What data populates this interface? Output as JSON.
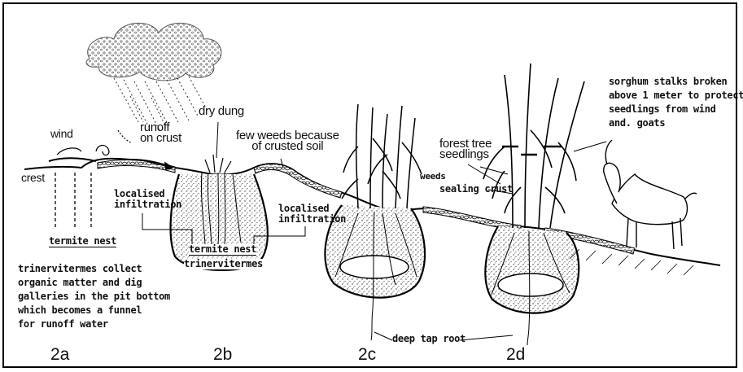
{
  "labels": {
    "wind": "wind",
    "crest": "crest",
    "runoff_line1": "runoff",
    "runoff_line2": "on crust",
    "dry_dung": "dry dung",
    "few_weeds_line1": "few weeds because",
    "few_weeds_line2": "of crusted soil",
    "localised_infiltration_1_line1": "localised",
    "localised_infiltration_1_line2": "infiltration",
    "localised_infiltration_2_line1": "localised",
    "localised_infiltration_2_line2": "infiltration",
    "termite_nest_1": "termite nest",
    "termite_nest_2": "termite nest",
    "trinervitermes_in_pit": "trinervitermes",
    "description_lines": [
      "trinervitermes collect",
      "organic matter and dig",
      "galleries in the pit bottom",
      "which becomes a funnel",
      "for runoff water"
    ],
    "forest_tree_line1": "forest tree",
    "forest_tree_line2": "seedlings",
    "weeds": "weeds",
    "sealing_crust": "sealing crust",
    "sorghum_lines": [
      "sorghum stalks broken",
      "above 1 meter to protect",
      "seedlings from wind",
      "and. goats"
    ],
    "deep_tap_root": "deep tap root"
  },
  "panels": [
    "2a",
    "2b",
    "2c",
    "2d"
  ]
}
